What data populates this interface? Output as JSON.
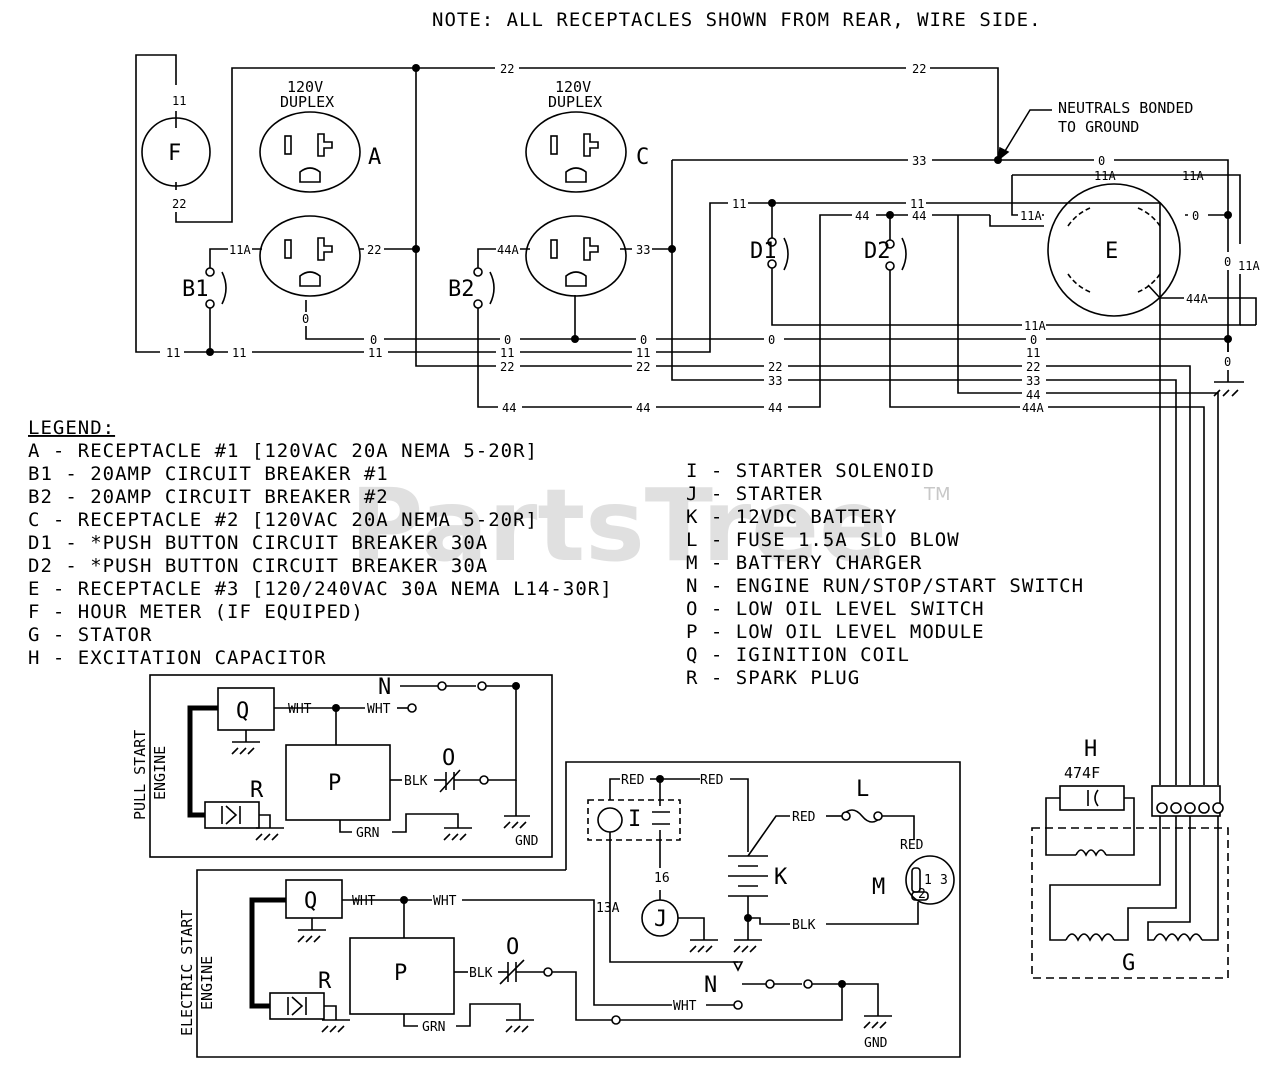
{
  "note": "NOTE: ALL RECEPTACLES SHOWN FROM REAR, WIRE SIDE.",
  "neutrals_note": [
    "NEUTRALS BONDED",
    "TO GROUND"
  ],
  "watermark": {
    "text": "PartsTree",
    "tm": "TM"
  },
  "components": {
    "meter": "F",
    "rec_a": {
      "letter": "A",
      "rating": [
        "120V",
        "DUPLEX"
      ]
    },
    "rec_c": {
      "letter": "C",
      "rating": [
        "120V",
        "DUPLEX"
      ]
    },
    "rec_e": "E",
    "b1": "B1",
    "b2": "B2",
    "d1": "D1",
    "d2": "D2",
    "cap_h": {
      "letter": "H",
      "value": "474F"
    },
    "stator_g": "G"
  },
  "wires": {
    "w11": "11",
    "w22": "22",
    "w33": "33",
    "w44": "44",
    "w0": "0",
    "w11a": "11A",
    "w44a": "44A",
    "w13a": "13A",
    "w16": "16"
  },
  "legend": {
    "title": "LEGEND:",
    "left": [
      "A - RECEPTACLE #1 [120VAC 20A NEMA 5-20R]",
      "B1 - 20AMP CIRCUIT BREAKER #1",
      "B2 - 20AMP CIRCUIT BREAKER #2",
      "C - RECEPTACLE #2 [120VAC 20A NEMA 5-20R]",
      "D1 - *PUSH BUTTON CIRCUIT BREAKER 30A",
      "D2 - *PUSH BUTTON CIRCUIT BREAKER 30A",
      "E - RECEPTACLE #3 [120/240VAC 30A NEMA L14-30R]",
      "F - HOUR METER (IF EQUIPED)",
      "G - STATOR",
      "H - EXCITATION CAPACITOR"
    ],
    "right": [
      "I - STARTER SOLENOID",
      "J - STARTER",
      "K - 12VDC BATTERY",
      "L - FUSE 1.5A SLO BLOW",
      "M - BATTERY CHARGER",
      "N - ENGINE RUN/STOP/START SWITCH",
      "O - LOW OIL LEVEL SWITCH",
      "P - LOW OIL LEVEL MODULE",
      "Q - IGINITION COIL",
      "R - SPARK PLUG"
    ]
  },
  "pull_start": {
    "title": [
      "PULL START",
      "ENGINE"
    ],
    "q": "Q",
    "p": "P",
    "r": "R",
    "n": "N",
    "o": "O",
    "wht": "WHT",
    "blk": "BLK",
    "grn": "GRN",
    "gnd": "GND"
  },
  "electric_start": {
    "title": [
      "ELECTRIC START",
      "ENGINE"
    ],
    "q": "Q",
    "p": "P",
    "r": "R",
    "n": "N",
    "o": "O",
    "i": "I",
    "j": "J",
    "k": "K",
    "l": "L",
    "m": "M",
    "wht": "WHT",
    "blk": "BLK",
    "grn": "GRN",
    "gnd": "GND",
    "red": "RED",
    "m_pins": [
      "1",
      "2",
      "3"
    ]
  }
}
